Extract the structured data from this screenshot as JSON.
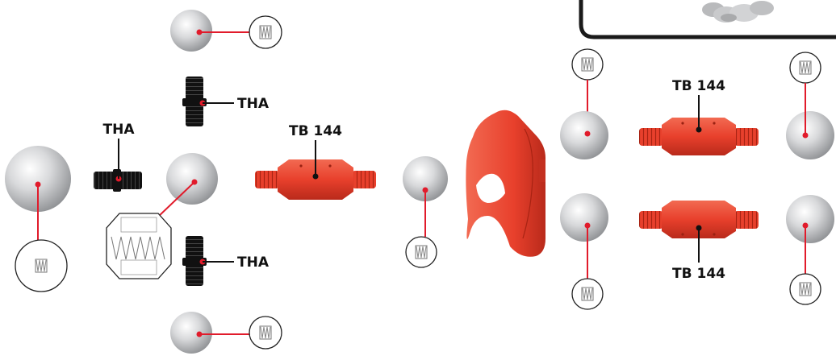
{
  "labels": {
    "tha_left": "THA",
    "tha_top": "THA",
    "tha_bottom": "THA",
    "tb144_center": "TB 144",
    "tb144_right_top": "TB 144",
    "tb144_right_bottom": "TB 144"
  },
  "colors": {
    "leader": "#e11b2b",
    "red_part": "#e8402c",
    "black_part": "#111111",
    "ball": "#cfd0d2",
    "panel_border": "#1a1a1a"
  }
}
